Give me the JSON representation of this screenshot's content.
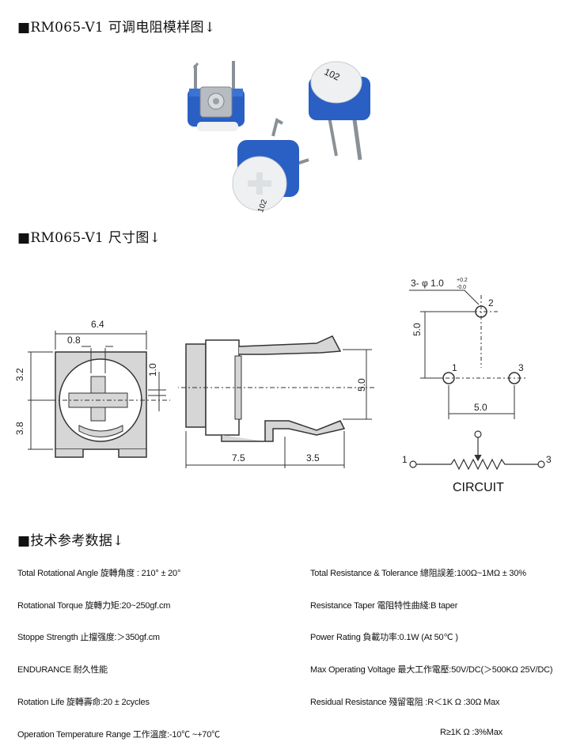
{
  "headings": {
    "sample": "■RM065-V1 可调电阻模样图↓",
    "dimensions": "■RM065-V1 尺寸图↓",
    "specs": "■技术参考数据↓"
  },
  "photo": {
    "marking_top": "102",
    "marking_front": "102"
  },
  "front_view": {
    "width": "6.4",
    "slot": "0.8",
    "upper": "3.2",
    "lower": "3.8",
    "offset": "1.0"
  },
  "side_view": {
    "body": "7.5",
    "leads": "3.5",
    "height": "5.0"
  },
  "pin_layout": {
    "hole": "3- φ 1.0",
    "tol_plus": "+0.2",
    "tol_minus": "-0.0",
    "vertical": "5.0",
    "horizontal": "5.0",
    "pin1": "1",
    "pin2": "2",
    "pin3": "3"
  },
  "circuit": {
    "pin1": "1",
    "pin3": "3",
    "label": "CIRCUIT"
  },
  "specs_left": [
    "Total Rotational Angle 旋轉角度 : 210°   ± 20°",
    "Rotational Torque  旋轉力矩:20~250gf.cm",
    "Stoppe Strength   止擋强度:＞350gf.cm",
    "ENDURANCE  耐久性能",
    "Rotation Life    旋轉壽命:20 ± 2cycles",
    "Operation Temperature Range 工作溫度:-10℃ ~+70℃"
  ],
  "specs_right": [
    "Total Resistance & Tolerance   總阻誤差:100Ω~1MΩ ± 30%",
    "Resistance Taper   電阻特性曲綫:B taper",
    "Power Rating 負載功率:0.1W (At 50℃ )",
    "Max Operating Voltage  最大工作電壓:50V/DC(＞500KΩ  25V/DC)",
    "Residual Resistance 殘留電阻 :R＜1K Ω :30Ω  Max",
    "R≥1K Ω :3%Max"
  ],
  "colors": {
    "body_blue": "#2a5fc4",
    "rotor_white": "#eef0f2",
    "metal": "#9aa0a6",
    "drawing_gray": "#d6d6d6",
    "line": "#333333"
  }
}
